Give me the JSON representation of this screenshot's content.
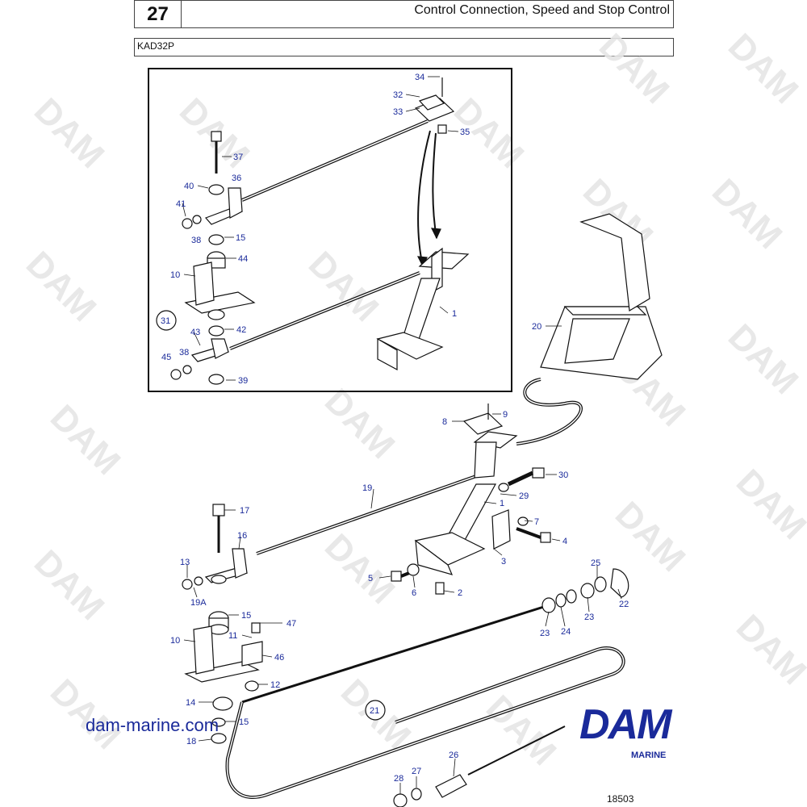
{
  "header": {
    "page_number": "27",
    "title": "Control Connection, Speed and Stop Control",
    "model": "KAD32P"
  },
  "watermark": "DAM",
  "callouts_inset": [
    "34",
    "32",
    "33",
    "35",
    "37",
    "36",
    "40",
    "41",
    "38",
    "15",
    "44",
    "10",
    "31",
    "42",
    "43",
    "38",
    "45",
    "39",
    "1"
  ],
  "callouts_main": [
    "20",
    "9",
    "8",
    "30",
    "29",
    "19",
    "1",
    "7",
    "4",
    "3",
    "17",
    "16",
    "13",
    "19A",
    "5",
    "6",
    "2",
    "25",
    "22",
    "23",
    "24",
    "23",
    "15",
    "47",
    "11",
    "46",
    "10",
    "12",
    "14",
    "15",
    "18",
    "21",
    "26",
    "27",
    "28"
  ],
  "footer": {
    "website": "dam-marine.com",
    "logo_text": "DAM",
    "logo_sub": "MARINE",
    "drawing_number": "18503"
  }
}
